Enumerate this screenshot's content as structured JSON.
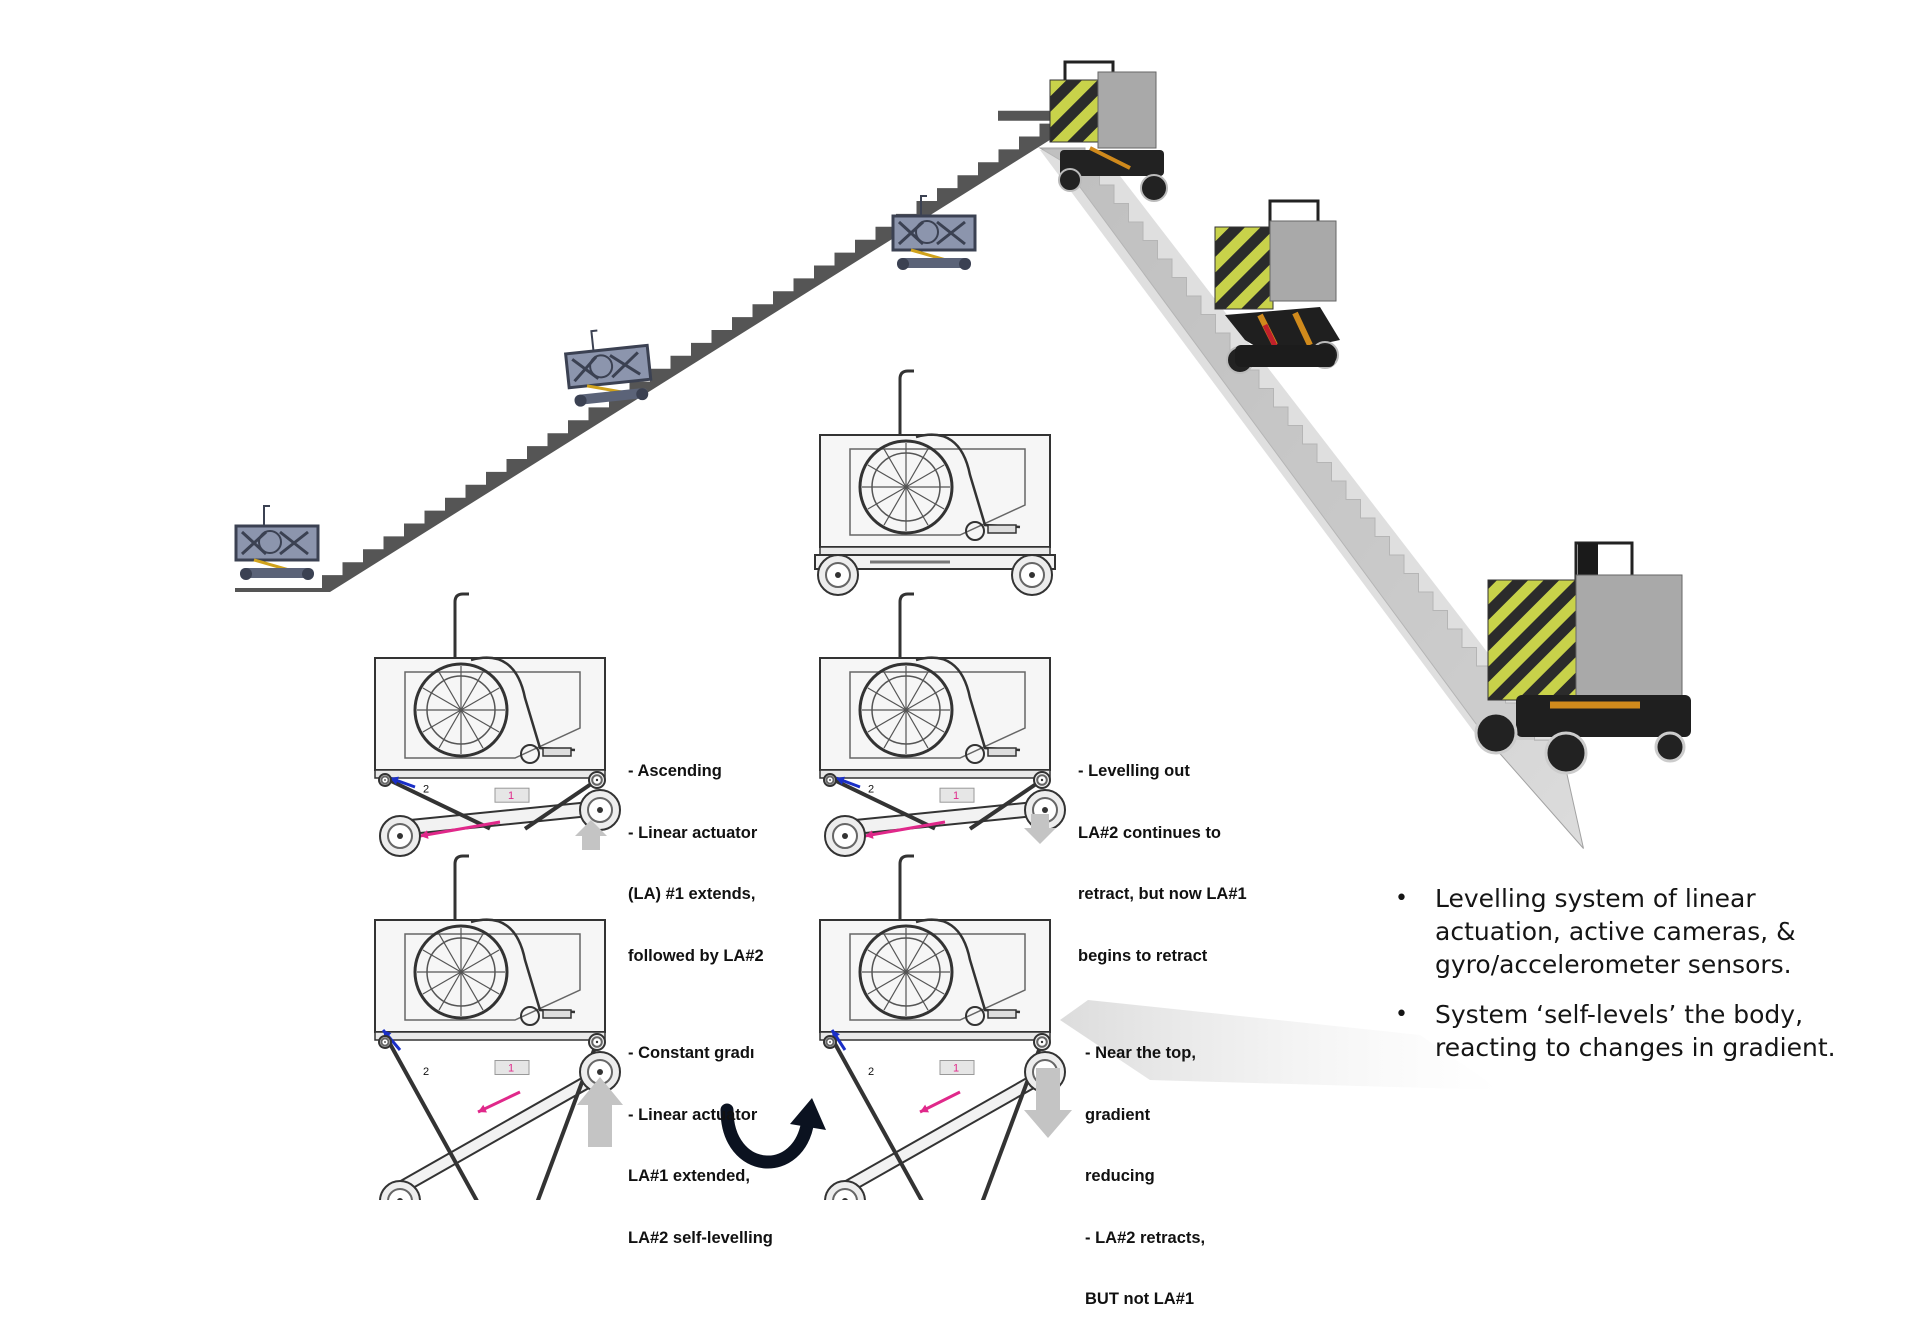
{
  "captions": {
    "ascending": [
      "- Ascending",
      "- Linear actuator",
      "(LA) #1 extends,",
      "followed by LA#2"
    ],
    "levelling_out": [
      "- Levelling out",
      "LA#2 continues to",
      "retract, but now LA#1",
      "begins to retract"
    ],
    "constant_gradient": [
      "- Constant gradı",
      "- Linear actuator",
      "LA#1 extended,",
      "LA#2 self-levelling"
    ],
    "near_top": [
      "- Near the top,",
      "gradient",
      "reducing",
      "- LA#2 retracts,",
      "BUT not LA#1"
    ]
  },
  "actuator_labels": {
    "la1": "1",
    "la2": "2"
  },
  "bullets": [
    {
      "marker": "•",
      "lines": [
        "Levelling system of linear",
        "actuation, active cameras, &",
        "gyro/accelerometer sensors."
      ]
    },
    {
      "marker": "•",
      "lines": [
        "System ‘self-levels’ the body,",
        "reacting to changes in gradient."
      ]
    }
  ],
  "colors": {
    "staircase": "#555555",
    "stair_3d_light": "#c9c9c9",
    "frame_dark": "#3b4152",
    "hazard_yellow": "#c8d24a",
    "hazard_black": "#2b2b2b",
    "body_grey": "#a8a8a8",
    "actuator_blue": "#1a2fc7",
    "actuator_pink": "#e0288a",
    "arrow_grey": "#c4c4c4",
    "rotate_arrow": "#0b1220"
  },
  "icons": {
    "up_arrow": "up-arrow-icon",
    "down_arrow": "down-arrow-icon",
    "rotate_arrow": "rotate-arrow-icon",
    "wheelchair": "wheelchair-icon"
  }
}
